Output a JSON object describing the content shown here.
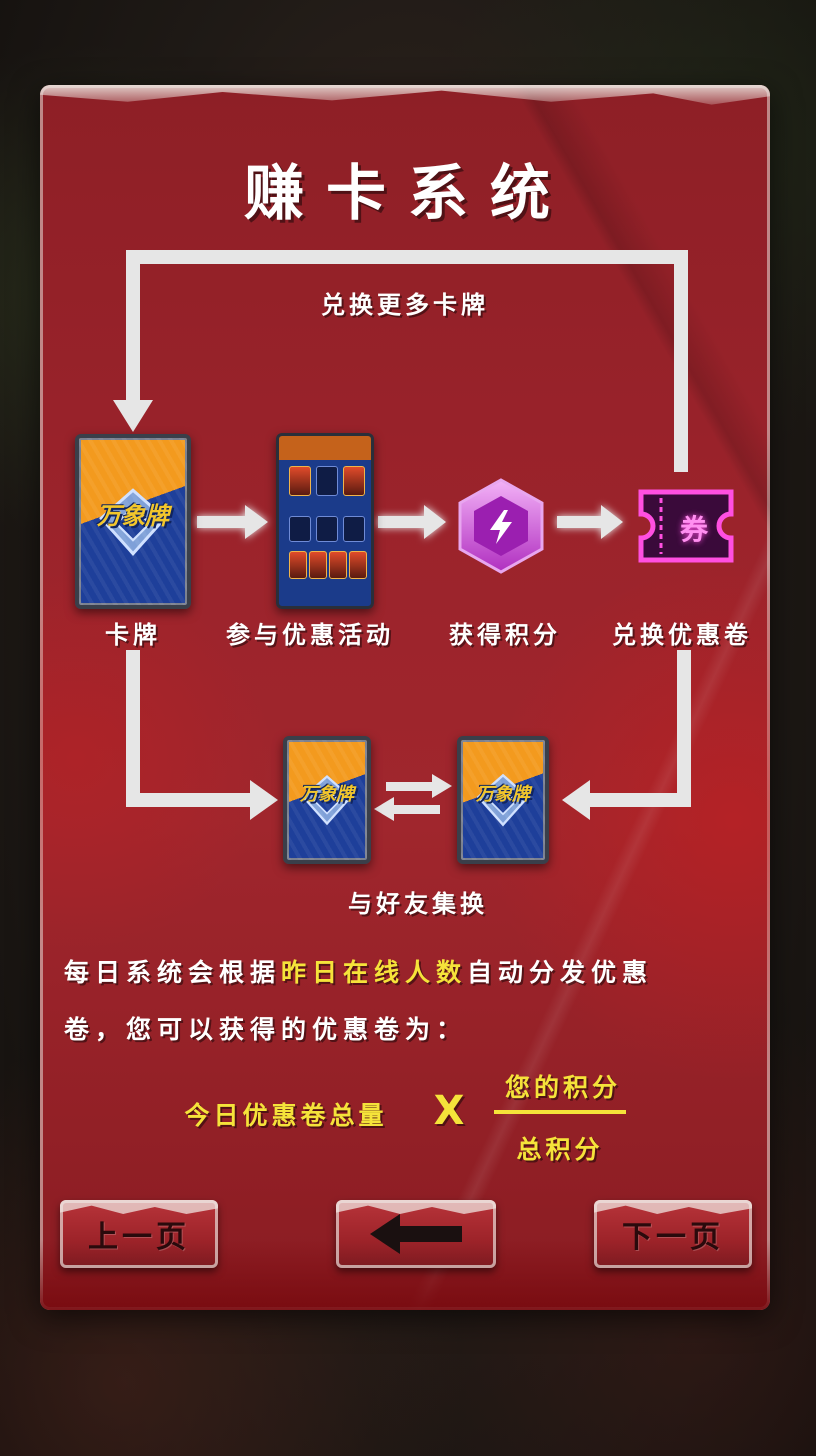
{
  "title": "赚卡系统",
  "flow": {
    "top_label": "兑换更多卡牌",
    "steps": [
      {
        "label": "卡牌"
      },
      {
        "label": "参与优惠活动"
      },
      {
        "label": "获得积分"
      },
      {
        "label": "兑换优惠卷"
      }
    ],
    "exchange_label": "与好友集换",
    "card_brand": "万象牌",
    "coupon_char": "券"
  },
  "description": {
    "line1_prefix": "每日系统会根据",
    "line1_highlight": "昨日在线人数",
    "line1_suffix": "自动分发优惠",
    "line2": "卷，您可以获得的优惠卷为："
  },
  "formula": {
    "left": "今日优惠卷总量",
    "operator": "X",
    "numerator": "您的积分",
    "denominator": "总积分"
  },
  "nav": {
    "prev_label": "上一页",
    "next_label": "下一页"
  },
  "colors": {
    "panel": "#9b232b",
    "highlight": "#f5e33a",
    "arrow": "#e6e6e6"
  }
}
